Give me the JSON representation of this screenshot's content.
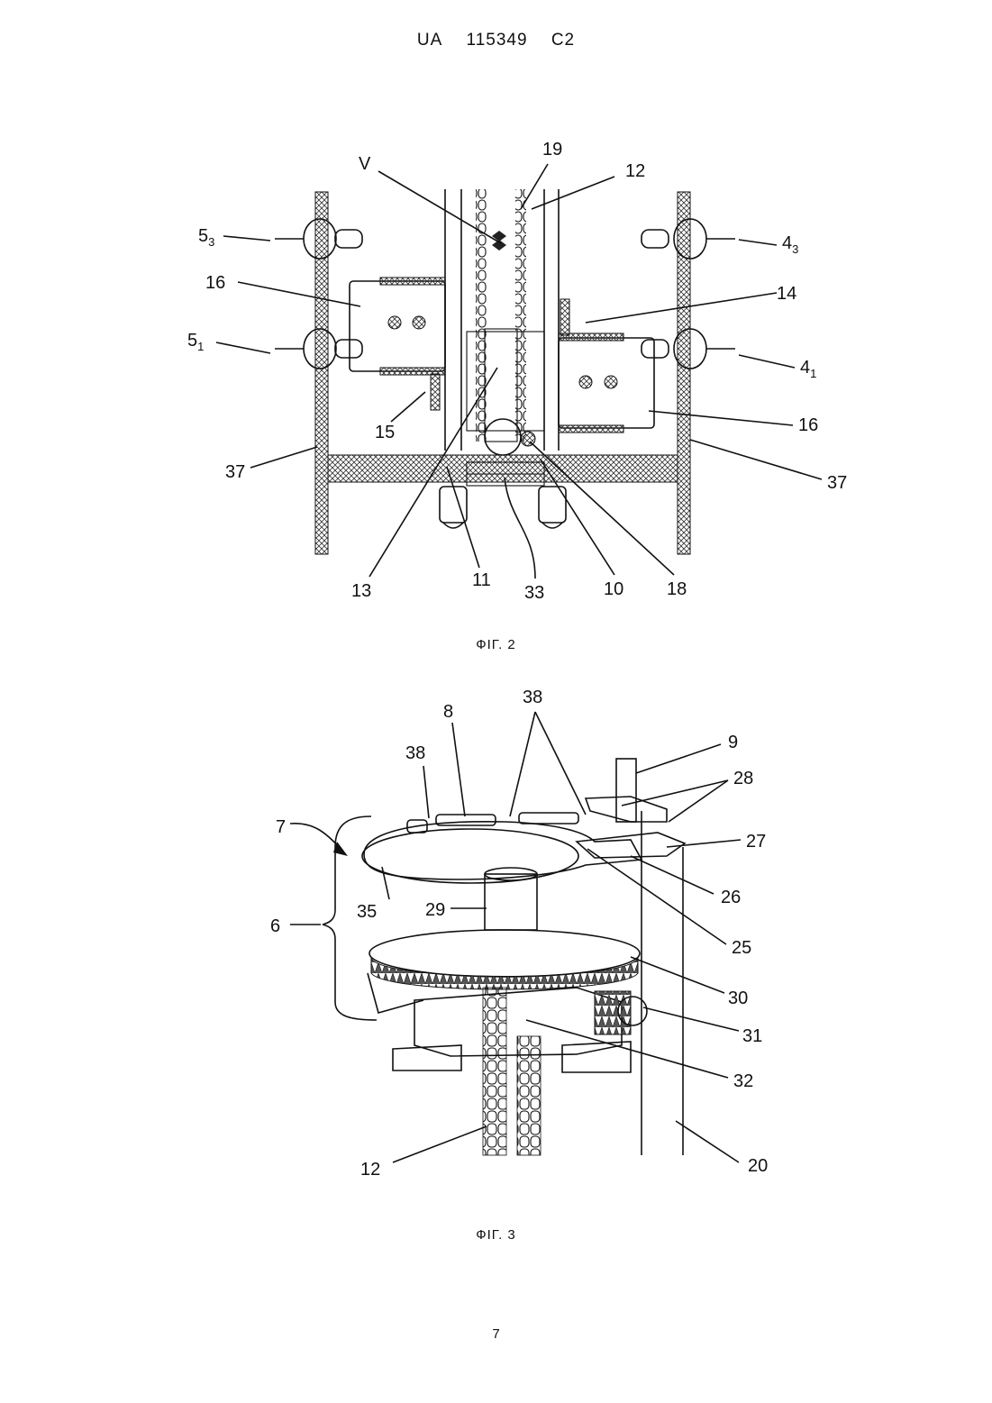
{
  "header": {
    "country": "UA",
    "number": "115349",
    "kind": "C2"
  },
  "figure2": {
    "caption": "ФІГ. 2",
    "labels": {
      "V": "V",
      "l19": "19",
      "l12": "12",
      "l14": "14",
      "l5_3": "5",
      "l5_3s": "3",
      "l4_3": "4",
      "l4_3s": "3",
      "l16a": "16",
      "l16b": "16",
      "l5_1": "5",
      "l5_1s": "1",
      "l4_1": "4",
      "l4_1s": "1",
      "l15": "15",
      "l37a": "37",
      "l37b": "37",
      "l13": "13",
      "l11": "11",
      "l33": "33",
      "l10": "10",
      "l18": "18"
    }
  },
  "figure3": {
    "caption": "ФІГ. 3",
    "labels": {
      "l38a": "38",
      "l38b": "38",
      "l8": "8",
      "l9": "9",
      "l28": "28",
      "l7": "7",
      "l27": "27",
      "l6": "6",
      "l35": "35",
      "l29": "29",
      "l26": "26",
      "l25": "25",
      "l30": "30",
      "l31": "31",
      "l32": "32",
      "l12": "12",
      "l20": "20"
    }
  },
  "page_number": "7"
}
